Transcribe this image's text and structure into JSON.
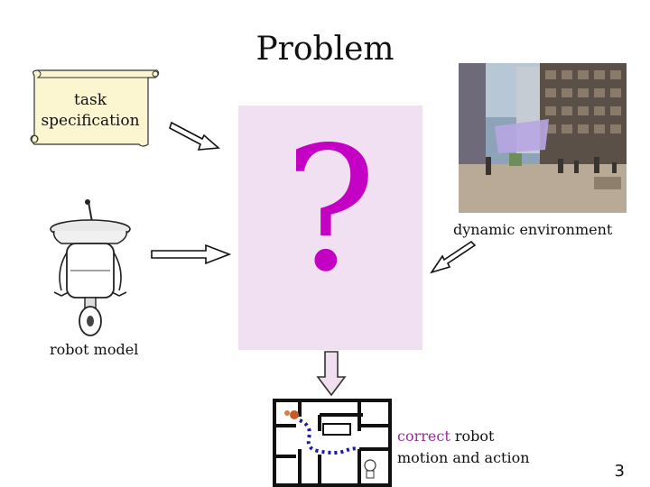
{
  "title": "Problem",
  "task_spec": {
    "line1": "task",
    "line2": "specification"
  },
  "center": {
    "symbol": "?"
  },
  "environment": {
    "label": "dynamic environment"
  },
  "robot": {
    "label": "robot model"
  },
  "result": {
    "highlight": "correct",
    "line1_rest": " robot",
    "line2": "motion and action"
  },
  "page_number": "3",
  "colors": {
    "question_mark": "#c400c4",
    "center_box": "#f1e0f2",
    "highlight": "#9a2a9a",
    "arrow_down_fill": "#f1dff1"
  }
}
